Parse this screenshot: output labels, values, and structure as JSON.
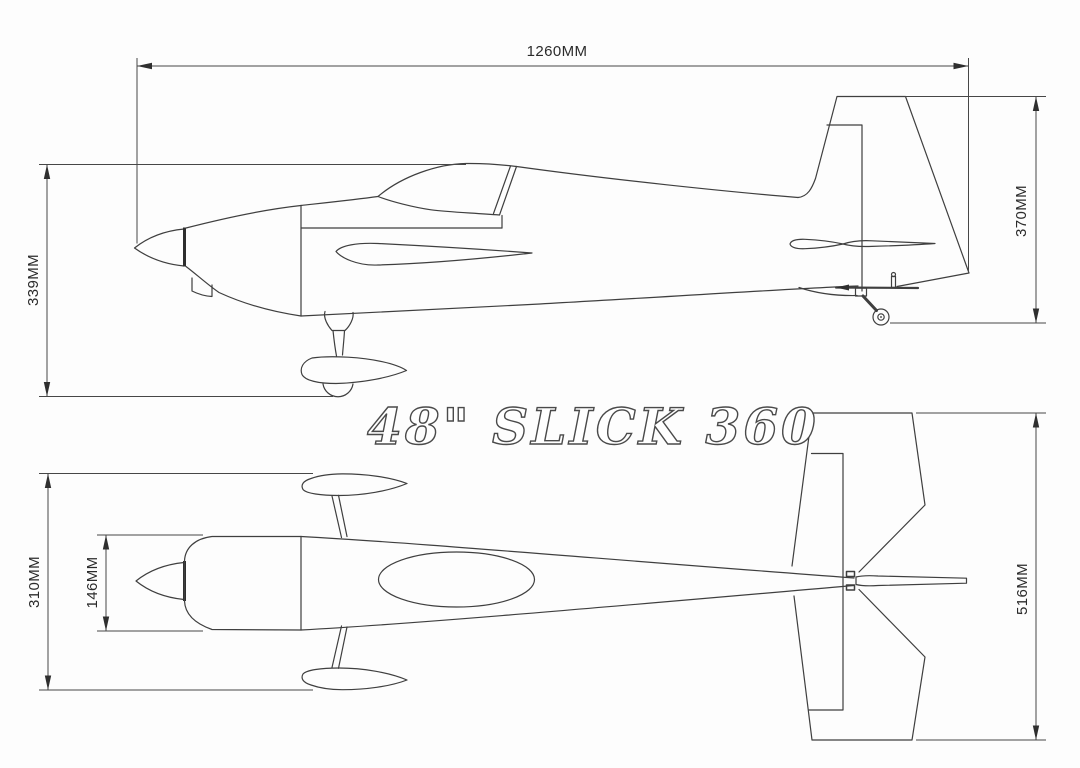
{
  "title": "48\" SLICK 360",
  "drawing": {
    "background_color": "#fdfdfd",
    "line_color": "#3f3f3f",
    "text_color": "#2b2b2b"
  },
  "dimensions": {
    "overall_length": {
      "label": "1260MM"
    },
    "fuselage_height": {
      "label": "339MM"
    },
    "fin_height": {
      "label": "370MM"
    },
    "gear_track": {
      "label": "310MM"
    },
    "cowl_width": {
      "label": "146MM"
    },
    "stab_span": {
      "label": "516MM"
    }
  }
}
